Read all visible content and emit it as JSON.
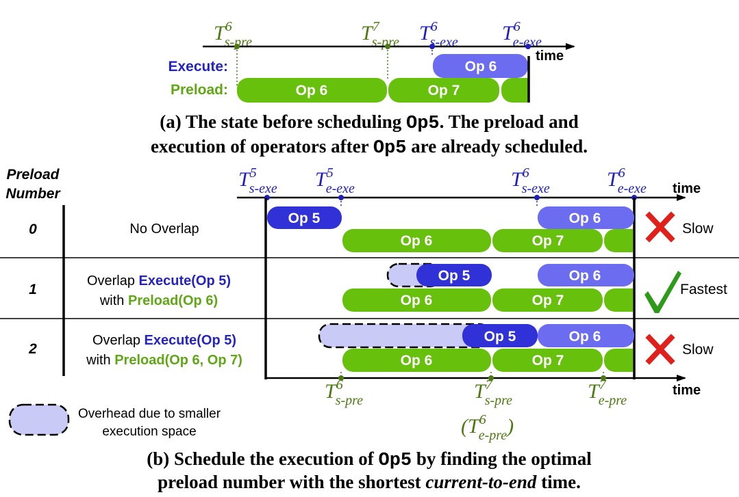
{
  "colors": {
    "preload": "#66c00c",
    "execute": "#3131d8",
    "execute_light": "#6b6cf0",
    "overhead": "#c9caf5",
    "time_green": "#4d7a10",
    "time_blue": "#1f1fc0",
    "cross": "#e0201b",
    "check": "#2e9a1a"
  },
  "panel_a": {
    "execute_label": "Execute:",
    "preload_label": "Preload:",
    "time_word": "time",
    "times": {
      "t_spre6": {
        "base": "T",
        "sup": "6",
        "sub": "s-pre"
      },
      "t_spre7": {
        "base": "T",
        "sup": "7",
        "sub": "s-pre"
      },
      "t_sexe6": {
        "base": "T",
        "sup": "6",
        "sub": "s-exe"
      },
      "t_eexe6": {
        "base": "T",
        "sup": "6",
        "sub": "e-exe"
      }
    },
    "ops": {
      "execute_op6": "Op 6",
      "preload_op6": "Op 6",
      "preload_op7": "Op 7"
    },
    "caption": {
      "line1_before": "(a) The state before scheduling ",
      "line1_code": "Op5",
      "line1_after": ".  The preload and",
      "line2_before": "execution of operators after ",
      "line2_code": "Op5",
      "line2_after": " are already scheduled."
    }
  },
  "panel_b": {
    "header": {
      "line1": "Preload",
      "line2": "Number"
    },
    "time_word_top": "time",
    "time_word_bottom": "time",
    "top_times": {
      "t_sexe5": {
        "base": "T",
        "sup": "5",
        "sub": "s-exe"
      },
      "t_eexe5": {
        "base": "T",
        "sup": "5",
        "sub": "e-exe"
      },
      "t_sexe6": {
        "base": "T",
        "sup": "6",
        "sub": "s-exe"
      },
      "t_eexe6": {
        "base": "T",
        "sup": "6",
        "sub": "e-exe"
      }
    },
    "bottom_times": {
      "t_spre6": {
        "base": "T",
        "sup": "6",
        "sub": "s-pre"
      },
      "t_spre7": {
        "base": "T",
        "sup": "7",
        "sub": "s-pre"
      },
      "t_epre6": {
        "open": "(",
        "base": "T",
        "sup": "6",
        "sub": "e-pre",
        "close": ")"
      },
      "t_epre7": {
        "base": "T",
        "sup": "7",
        "sub": "e-pre"
      }
    },
    "rows": [
      {
        "number": "0",
        "desc_line1": "No Overlap",
        "result": "Slow",
        "ops": {
          "exe5": "Op 5",
          "exe6": "Op 6",
          "pre6": "Op 6",
          "pre7": "Op 7"
        }
      },
      {
        "number": "1",
        "desc_line1_a": "Overlap ",
        "desc_line1_b": "Execute(Op 5)",
        "desc_line2_a": "with ",
        "desc_line2_b": "Preload(Op 6)",
        "result": "Fastest",
        "ops": {
          "exe5": "Op 5",
          "exe6": "Op 6",
          "pre6": "Op 6",
          "pre7": "Op 7"
        }
      },
      {
        "number": "2",
        "desc_line1_a": "Overlap ",
        "desc_line1_b": "Execute(Op 5)",
        "desc_line2_a": "with ",
        "desc_line2_b": "Preload(Op 6, Op 7)",
        "result": "Slow",
        "ops": {
          "exe5": "Op 5",
          "exe6": "Op 6",
          "pre6": "Op 6",
          "pre7": "Op 7"
        }
      }
    ],
    "legend": {
      "line1": "Overhead due to smaller",
      "line2": "execution space"
    },
    "caption": {
      "line1_before": "(b) Schedule the execution of ",
      "line1_code": "Op5",
      "line1_after": " by finding the optimal",
      "line2_before": "preload number with the shortest ",
      "line2_italic": "current-to-end",
      "line2_after": " time."
    }
  }
}
